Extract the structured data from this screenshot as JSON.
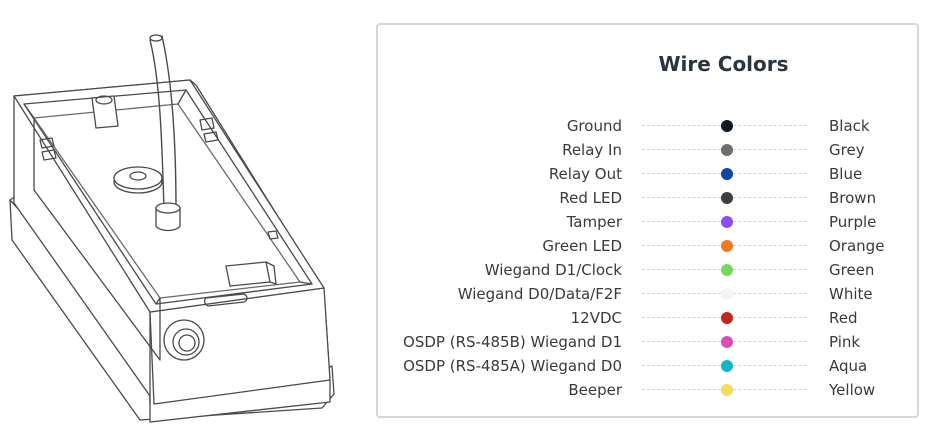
{
  "title": "Wire Colors",
  "wires": [
    {
      "signal": "Ground",
      "color_name": "Black",
      "hex": "#101820"
    },
    {
      "signal": "Relay In",
      "color_name": "Grey",
      "hex": "#6d6d6d"
    },
    {
      "signal": "Relay Out",
      "color_name": "Blue",
      "hex": "#0d47a1"
    },
    {
      "signal": "Red LED",
      "color_name": "Brown",
      "hex": "#3f3f3f"
    },
    {
      "signal": "Tamper",
      "color_name": "Purple",
      "hex": "#8a4df0"
    },
    {
      "signal": "Green LED",
      "color_name": "Orange",
      "hex": "#f0781e"
    },
    {
      "signal": "Wiegand D1/Clock",
      "color_name": "Green",
      "hex": "#74d85a"
    },
    {
      "signal": "Wiegand D0/Data/F2F",
      "color_name": "White",
      "hex": "#f4f4f4"
    },
    {
      "signal": "12VDC",
      "color_name": "Red",
      "hex": "#c0281e"
    },
    {
      "signal": "OSDP (RS-485B) Wiegand D1",
      "color_name": "Pink",
      "hex": "#d94fba"
    },
    {
      "signal": "OSDP (RS-485A) Wiegand D0",
      "color_name": "Aqua",
      "hex": "#14b4c8"
    },
    {
      "signal": "Beeper",
      "color_name": "Yellow",
      "hex": "#f5dc5a"
    }
  ]
}
